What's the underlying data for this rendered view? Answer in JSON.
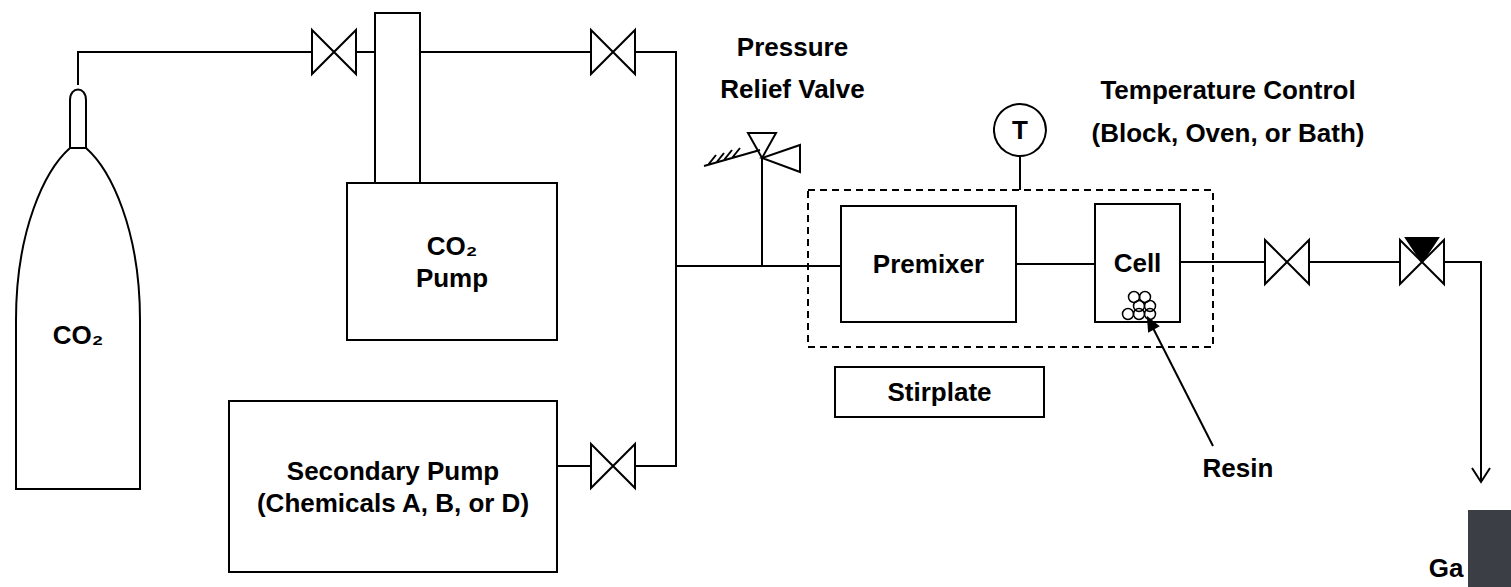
{
  "diagram": {
    "nodes": [
      {
        "text": [
          "CO₂"
        ]
      },
      {
        "text": [
          "CO₂ Pump"
        ]
      },
      {
        "text": [
          "Secondary Pump (Chemicals A, B, or D)"
        ]
      },
      {
        "text": [
          "T"
        ]
      },
      {
        "text": [
          "Premixer"
        ]
      },
      {
        "text": [
          "Cell"
        ]
      },
      {
        "text": [
          "Stirplate"
        ]
      }
    ],
    "edges": [
      {
        "from": 0,
        "to": 1,
        "arrow": "none"
      },
      {
        "from": 1,
        "to": 4,
        "arrow": "none"
      },
      {
        "from": 2,
        "to": 4,
        "arrow": "none"
      },
      {
        "from": 4,
        "to": 5,
        "arrow": "none"
      }
    ],
    "labels": [
      "Pressure Relief Valve",
      "Temperature Control (Block, Oven, or Bath)",
      "Resin",
      "Ga"
    ]
  }
}
